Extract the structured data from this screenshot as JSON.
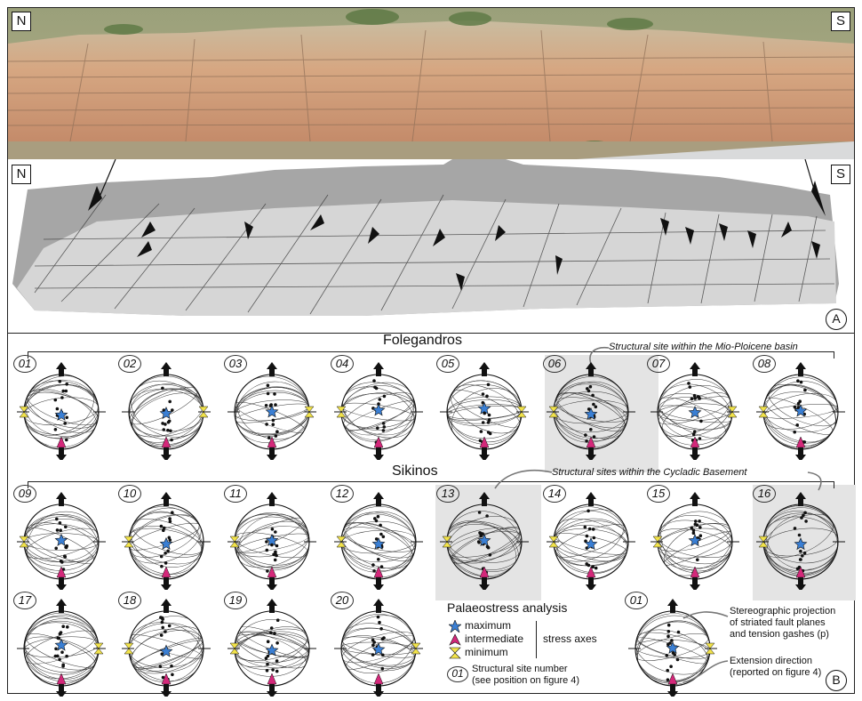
{
  "panel_a": {
    "photo_label_left": "N",
    "photo_label_right": "S",
    "sketch_label_left": "N",
    "sketch_label_right": "S",
    "panel_letter": "A"
  },
  "panel_b": {
    "panel_letter": "B",
    "islands": {
      "folegandros": "Folegandros",
      "sikinos": "Sikinos"
    },
    "notes": {
      "basin": "Structural site within the Mio-Ploicene basin",
      "basement": "Structural sites within the Cycladic Basement"
    },
    "sites_row1": [
      "01",
      "02",
      "03",
      "04",
      "05",
      "06",
      "07",
      "08"
    ],
    "sites_row2": [
      "09",
      "10",
      "11",
      "12",
      "13",
      "14",
      "15",
      "16"
    ],
    "sites_row3": [
      "17",
      "18",
      "19",
      "20"
    ],
    "legend": {
      "title": "Palaeostress analysis",
      "maximum": "maximum",
      "intermediate": "intermediate",
      "minimum": "minimum",
      "stress_axes": "stress axes",
      "site_number_example": "01",
      "site_number_line1": "Structural site number",
      "site_number_line2": "(see position on figure 4)"
    },
    "example": {
      "site": "01",
      "projection_line1": "Stereographic projection",
      "projection_line2": "of striated fault planes",
      "projection_line3": "and tension gashes (p)",
      "extension_line1": "Extension direction",
      "extension_line2": "(reported on figure 4)"
    },
    "colors": {
      "maximum": "#3a7fd4",
      "intermediate": "#d4287a",
      "minimum": "#f2e34a"
    }
  }
}
